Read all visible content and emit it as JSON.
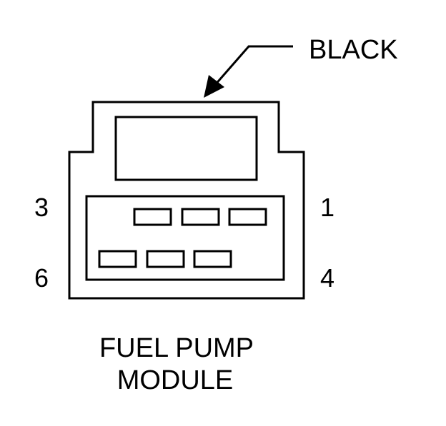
{
  "callout": "BLACK",
  "pins": {
    "top_left": "3",
    "top_right": "1",
    "bottom_left": "6",
    "bottom_right": "4"
  },
  "caption": {
    "line1": "FUEL PUMP",
    "line2": "MODULE"
  }
}
